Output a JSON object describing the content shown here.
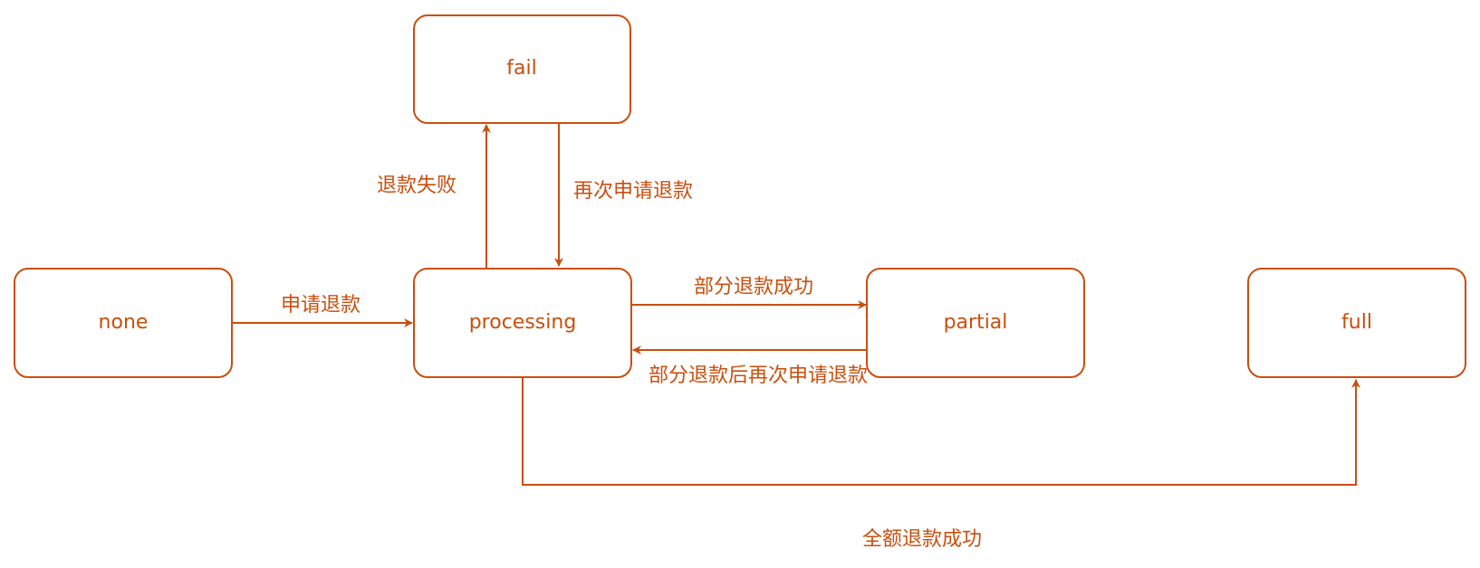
{
  "colors": {
    "accent": "#C94F0E"
  },
  "nodes": {
    "fail": "fail",
    "none": "none",
    "processing": "processing",
    "partial": "partial",
    "full": "full"
  },
  "edges": {
    "processing_to_fail": "退款失败",
    "fail_to_processing": "再次申请退款",
    "none_to_processing": "申请退款",
    "processing_to_partial": "部分退款成功",
    "partial_to_processing": "部分退款后再次申请退款",
    "processing_to_full": "全额退款成功"
  }
}
